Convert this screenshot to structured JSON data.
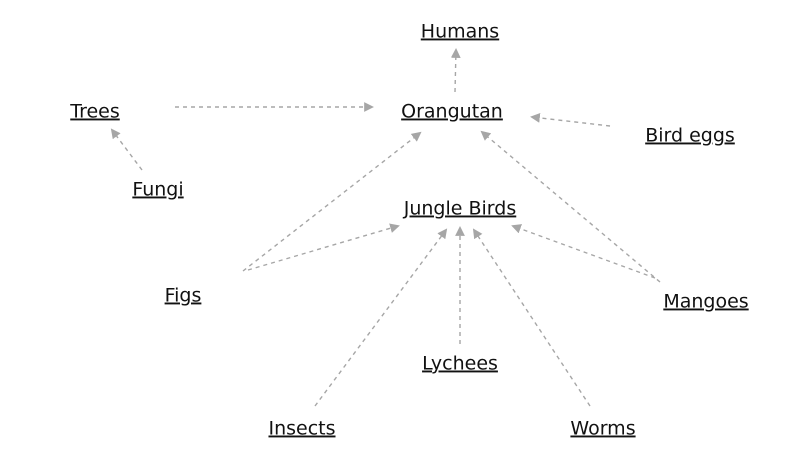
{
  "nodes": [
    {
      "id": "humans",
      "label": "Humans"
    },
    {
      "id": "trees",
      "label": "Trees"
    },
    {
      "id": "orangutan",
      "label": "Orangutan"
    },
    {
      "id": "bird_eggs",
      "label": "Bird eggs"
    },
    {
      "id": "fungi",
      "label": "Fungi"
    },
    {
      "id": "jungle_birds",
      "label": "Jungle Birds"
    },
    {
      "id": "figs",
      "label": "Figs"
    },
    {
      "id": "mangoes",
      "label": "Mangoes"
    },
    {
      "id": "lychees",
      "label": "Lychees"
    },
    {
      "id": "insects",
      "label": "Insects"
    },
    {
      "id": "worms",
      "label": "Worms"
    }
  ],
  "edges": [
    {
      "from": "orangutan",
      "to": "humans"
    },
    {
      "from": "trees",
      "to": "orangutan"
    },
    {
      "from": "bird_eggs",
      "to": "orangutan"
    },
    {
      "from": "fungi",
      "to": "trees"
    },
    {
      "from": "figs",
      "to": "orangutan"
    },
    {
      "from": "figs",
      "to": "jungle_birds"
    },
    {
      "from": "mangoes",
      "to": "orangutan"
    },
    {
      "from": "mangoes",
      "to": "jungle_birds"
    },
    {
      "from": "lychees",
      "to": "jungle_birds"
    },
    {
      "from": "insects",
      "to": "jungle_birds"
    },
    {
      "from": "worms",
      "to": "jungle_birds"
    }
  ],
  "colors": {
    "edge": "#a6a6a6",
    "label": "#111111",
    "background": "#ffffff"
  }
}
